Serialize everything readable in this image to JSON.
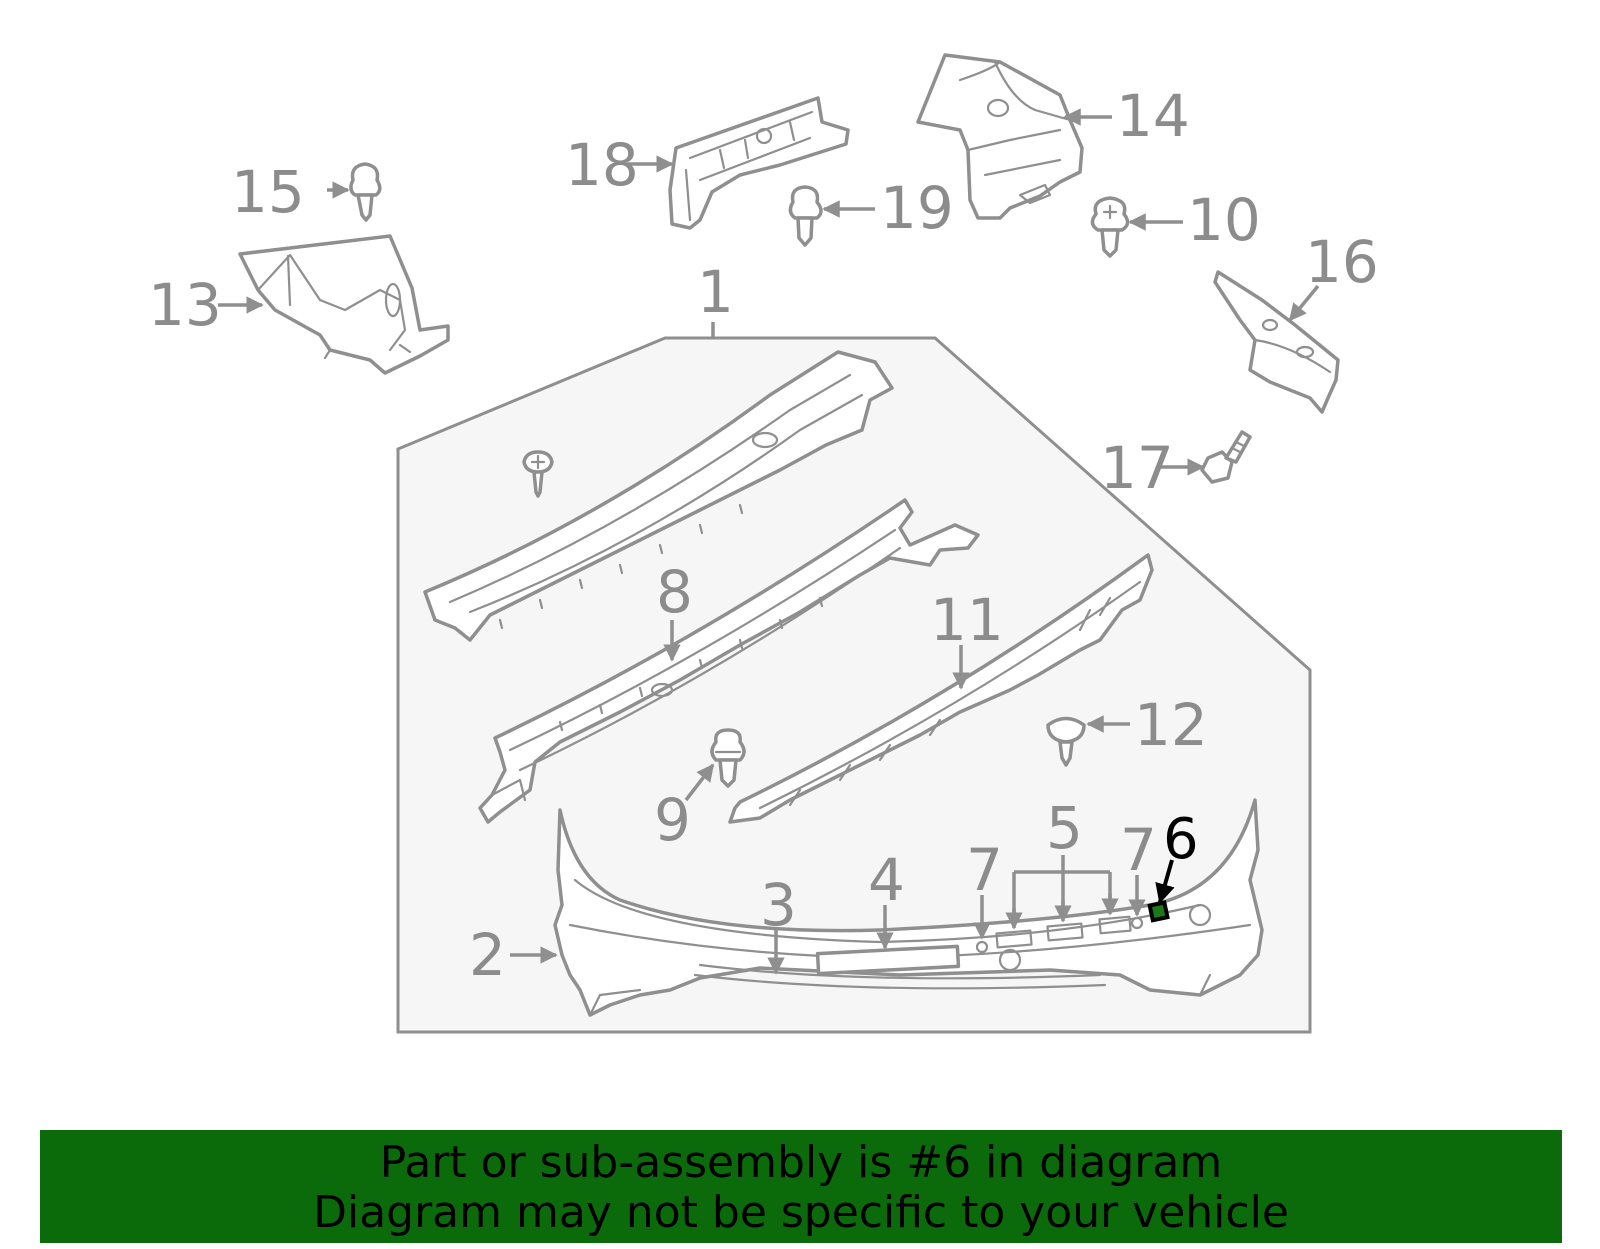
{
  "callouts": {
    "c1": "1",
    "c2": "2",
    "c3": "3",
    "c4": "4",
    "c5": "5",
    "c6": "6",
    "c7a": "7",
    "c7b": "7",
    "c8": "8",
    "c9": "9",
    "c10": "10",
    "c11": "11",
    "c12": "12",
    "c13": "13",
    "c14": "14",
    "c15": "15",
    "c16": "16",
    "c17": "17",
    "c18": "18",
    "c19": "19"
  },
  "highlight_part": "6",
  "banner": {
    "line1": "Part or sub-assembly is #6 in diagram",
    "line2": "Diagram may not be specific to your vehicle"
  },
  "colors": {
    "line": "#8f8f8f",
    "label": "#8c8c8c",
    "highlight": "#000000",
    "highlight_fill": "#1a7a1a",
    "banner": "#0b6b0b",
    "panel": "#f6f6f6"
  }
}
